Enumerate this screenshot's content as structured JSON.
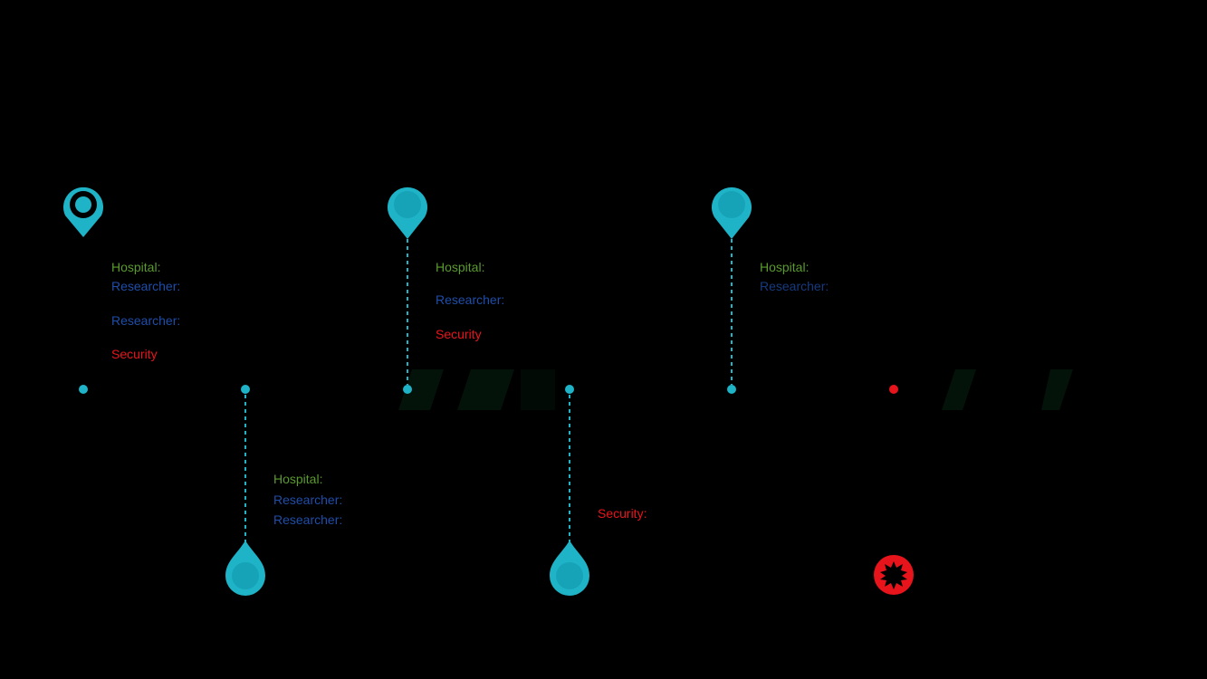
{
  "colors": {
    "accent": "#1fb3c8",
    "alert": "#e8141c",
    "hospital": "#5a9a2e",
    "researcher": "#1f4da8",
    "background": "#000000"
  },
  "events": [
    {
      "marker": "location-pin-ring-icon",
      "labels": [
        {
          "kind": "hospital",
          "text": "Hospital:"
        },
        {
          "kind": "researcher",
          "text": "Researcher:"
        },
        {
          "kind": "researcher",
          "text": "Researcher:"
        },
        {
          "kind": "security",
          "text": "Security"
        }
      ]
    },
    {
      "marker": "drop-icon",
      "labels": [
        {
          "kind": "hospital",
          "text": "Hospital:"
        },
        {
          "kind": "researcher",
          "text": "Researcher:"
        },
        {
          "kind": "researcher",
          "text": "Researcher:"
        }
      ]
    },
    {
      "marker": "location-pin-icon",
      "labels": [
        {
          "kind": "hospital",
          "text": "Hospital:"
        },
        {
          "kind": "researcher",
          "text": "Researcher:"
        },
        {
          "kind": "security",
          "text": "Security"
        }
      ]
    },
    {
      "marker": "drop-icon",
      "labels": [
        {
          "kind": "security",
          "text": "Security:"
        }
      ]
    },
    {
      "marker": "location-pin-icon",
      "labels": [
        {
          "kind": "hospital",
          "text": "Hospital:"
        },
        {
          "kind": "researcher",
          "text": "Researcher:"
        }
      ]
    },
    {
      "marker": "alert-burst-icon",
      "labels": []
    }
  ]
}
